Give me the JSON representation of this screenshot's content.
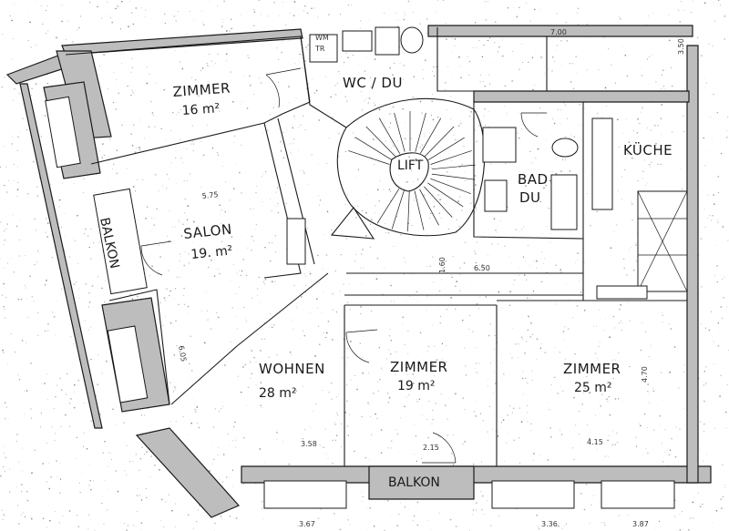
{
  "rooms": {
    "zimmer_nw": {
      "name": "ZIMMER",
      "area": "16 m²"
    },
    "wc_du": {
      "name": "WC / DU"
    },
    "lift": {
      "name": "LIFT"
    },
    "kueche": {
      "name": "KÜCHE"
    },
    "bad_du": {
      "name_line1": "BAD",
      "name_line2": "DU"
    },
    "salon": {
      "name": "SALON",
      "area": "19. m²"
    },
    "balkon_west": {
      "name": "BALKON"
    },
    "wohnen": {
      "name": "WOHNEN",
      "area": "28 m²"
    },
    "zimmer_mid": {
      "name": "ZIMMER",
      "area": "19 m²"
    },
    "zimmer_se": {
      "name": "ZIMMER",
      "area": "25 m²"
    },
    "balkon_south": {
      "name": "BALKON"
    },
    "wm_tr": {
      "line1": "WM",
      "line2": "TR"
    }
  },
  "dimensions": {
    "top_right": "7.00",
    "right_side": "3.50",
    "salon_width": "5.75",
    "corridor": "6.50",
    "south_1": "3.58",
    "south_2": "2.15",
    "south_3": "4.15",
    "bottom_1": "3.67",
    "bottom_2": "3.36",
    "bottom_3": "3.87",
    "zimmer_height": "4.70",
    "left_side": "6.05",
    "hall": "1.60"
  }
}
